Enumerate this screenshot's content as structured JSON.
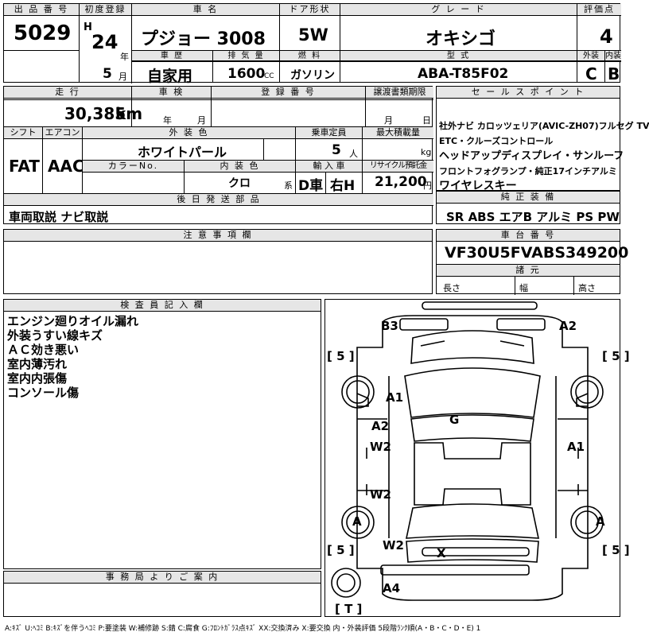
{
  "header": {
    "lot_label": "出 品 番 号",
    "lot_no": "5029",
    "first_reg_label": "初度登録",
    "era": "H",
    "year": "24",
    "year_unit": "年",
    "month": "5",
    "month_unit": "月",
    "name_label": "車 名",
    "name": "プジョー 3008",
    "door_label": "ドア形状",
    "door": "5W",
    "grade_label": "グ レ ー ド",
    "grade": "オキシゴ",
    "score_label": "評価点",
    "score": "4",
    "history_label": "車 歴",
    "history": "自家用",
    "disp_label": "排 気 量",
    "disp": "1600",
    "disp_unit": "CC",
    "fuel_label": "燃 料",
    "fuel": "ガソリン",
    "model_label": "型 式",
    "model": "ABA-T85F02",
    "ext_label": "外装",
    "ext_grade": "C",
    "int_label": "内装",
    "int_grade": "B"
  },
  "row2": {
    "mileage_label": "走 行",
    "mileage": "30,385",
    "mileage_unit": "km",
    "inspect_label": "車 検",
    "inspect_year": "年",
    "inspect_month": "月",
    "regno_label": "登 録 番 号",
    "transfer_label": "譲渡書類期限",
    "transfer_month": "月",
    "transfer_day": "日",
    "shift_label": "シフト",
    "shift": "FAT",
    "ac_label": "エアコン",
    "ac": "AAC",
    "color_label": "外 装 色",
    "color": "ホワイトパール",
    "capacity_label": "乗車定員",
    "capacity": "5",
    "capacity_unit": "人",
    "load_label": "最大積載量",
    "load_unit": "kg",
    "colorno_label": "カラーNo.",
    "intcolor_label": "内 装 色",
    "intcolor": "クロ",
    "intcolor_unit": "系",
    "import_label": "輸 入 車",
    "import_d": "D車",
    "import_r": "右H",
    "recycle_label": "リサイクル預託金",
    "recycle": "21,200",
    "recycle_unit": "円",
    "later_label": "後 日 発 送 部 品",
    "later": "車両取説 ナビ取説"
  },
  "sales": {
    "label": "セ ー ル ス ポ イ ン ト",
    "lines": [
      "社外ナビ カロッツェリア(AVIC-ZH07)フルセグ TV",
      "ETC・クルーズコントロール",
      "ヘッドアップディスプレイ・サンルーフ",
      "フロントフォグランプ・純正17インチアルミ",
      "ワイヤレスキー"
    ]
  },
  "equip": {
    "label": "純 正 装 備",
    "value": "SR ABS エアB アルミ PS PW"
  },
  "notes": {
    "label": "注 意 事 項 欄"
  },
  "chassis": {
    "label": "車 台 番 号",
    "value": "VF30U5FVABS349200",
    "dims_label": "諸 元",
    "length": "長さ",
    "width": "幅",
    "height": "高さ"
  },
  "inspector": {
    "label": "検 査 員 記 入 欄",
    "lines": [
      "エンジン廻りオイル漏れ",
      "外装うすい線キズ",
      "ＡＣ効き悪い",
      "室内薄汚れ",
      "室内内張傷",
      "コンソール傷"
    ]
  },
  "office": {
    "label": "事 務 局 よ り ご 案 内"
  },
  "diagram": {
    "marks": {
      "b3": "B3",
      "a2_top": "A2",
      "a1_left": "A1",
      "g": "G",
      "a2_left": "A2",
      "w2_left1": "W2",
      "a1_right": "A1",
      "w2_left2": "W2",
      "a_left": "A",
      "a_right": "A",
      "w2_bottom": "W2",
      "x": "X",
      "a4": "A4",
      "t": "[ T ]"
    },
    "tires": {
      "fl": "[ 5 ]",
      "fr": "[ 5 ]",
      "rl": "[ 5 ]",
      "rr": "[ 5 ]"
    }
  },
  "legend": "A:ｷｽﾞ U:ﾍｺﾐ B:ｷｽﾞを伴うﾍｺﾐ P:要塗装 W:補修跡 S:錆 C:腐食 G:ﾌﾛﾝﾄｶﾞﾗｽ点ｷｽﾞ XX:交換済み X:要交換 内・外装評価 5段階ﾗﾝｸ順(A・B・C・D・E) 1"
}
